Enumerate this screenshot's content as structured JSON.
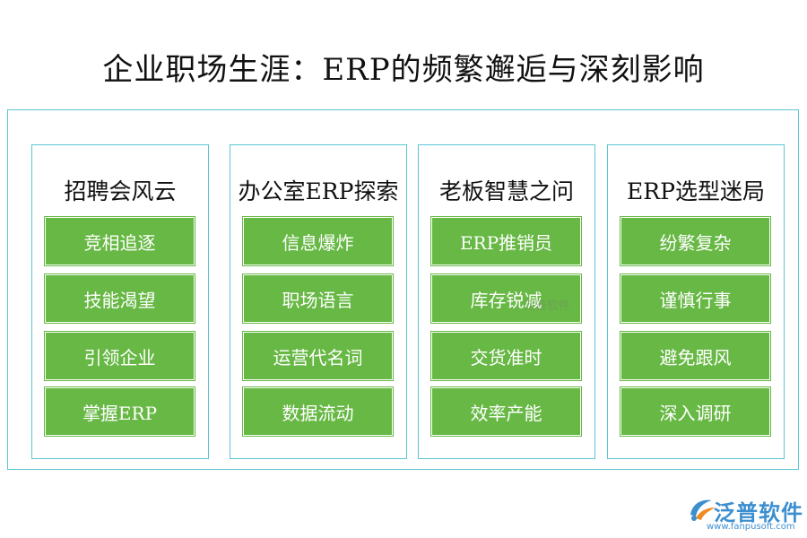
{
  "title": "企业职场生涯：ERP的频繁邂逅与深刻影响",
  "columns": [
    {
      "heading": "招聘会风云",
      "items": [
        "竞相追逐",
        "技能渴望",
        "引领企业",
        "掌握ERP"
      ]
    },
    {
      "heading": "办公室ERP探索",
      "items": [
        "信息爆炸",
        "职场语言",
        "运营代名词",
        "数据流动"
      ]
    },
    {
      "heading": "老板智慧之问",
      "items": [
        "ERP推销员",
        "库存锐减",
        "交货准时",
        "效率产能"
      ]
    },
    {
      "heading": "ERP选型迷局",
      "items": [
        "纷繁复杂",
        "谨慎行事",
        "避免跟风",
        "深入调研"
      ]
    }
  ],
  "watermark": "泛普软件",
  "logo": {
    "name": "泛普软件",
    "url": "www.fanpusoft.com",
    "icon": "fanpu-logo-icon"
  },
  "colors": {
    "frame_border": "#5bc6d3",
    "item_fill": "#67b844",
    "item_text": "#ffffff",
    "title_text": "#111111",
    "logo_blue": "#3c8fcf",
    "logo_orange": "#f08a24"
  }
}
